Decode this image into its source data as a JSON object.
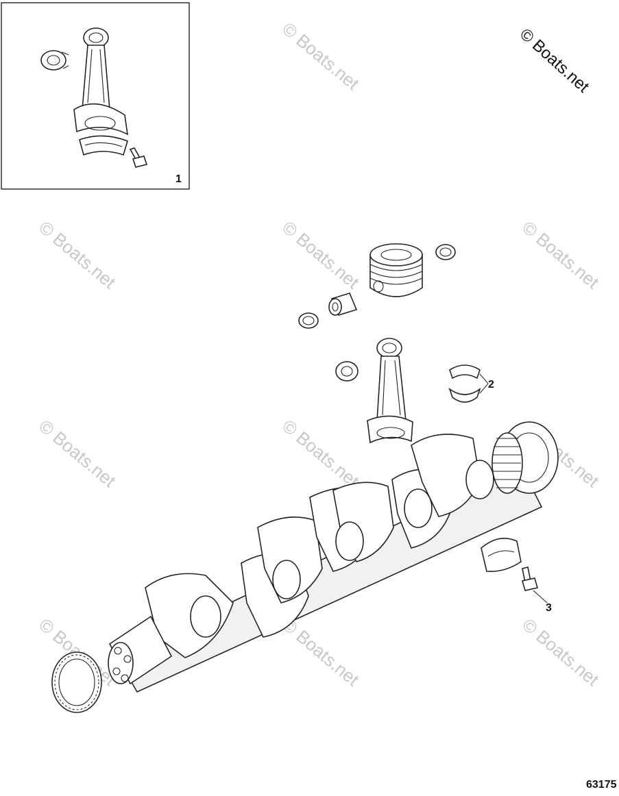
{
  "diagram": {
    "brand_watermark": "© Boats.net",
    "repeated_watermark": "© Boats.net",
    "figure_number": "63175",
    "callouts": [
      "1",
      "2",
      "3"
    ]
  }
}
